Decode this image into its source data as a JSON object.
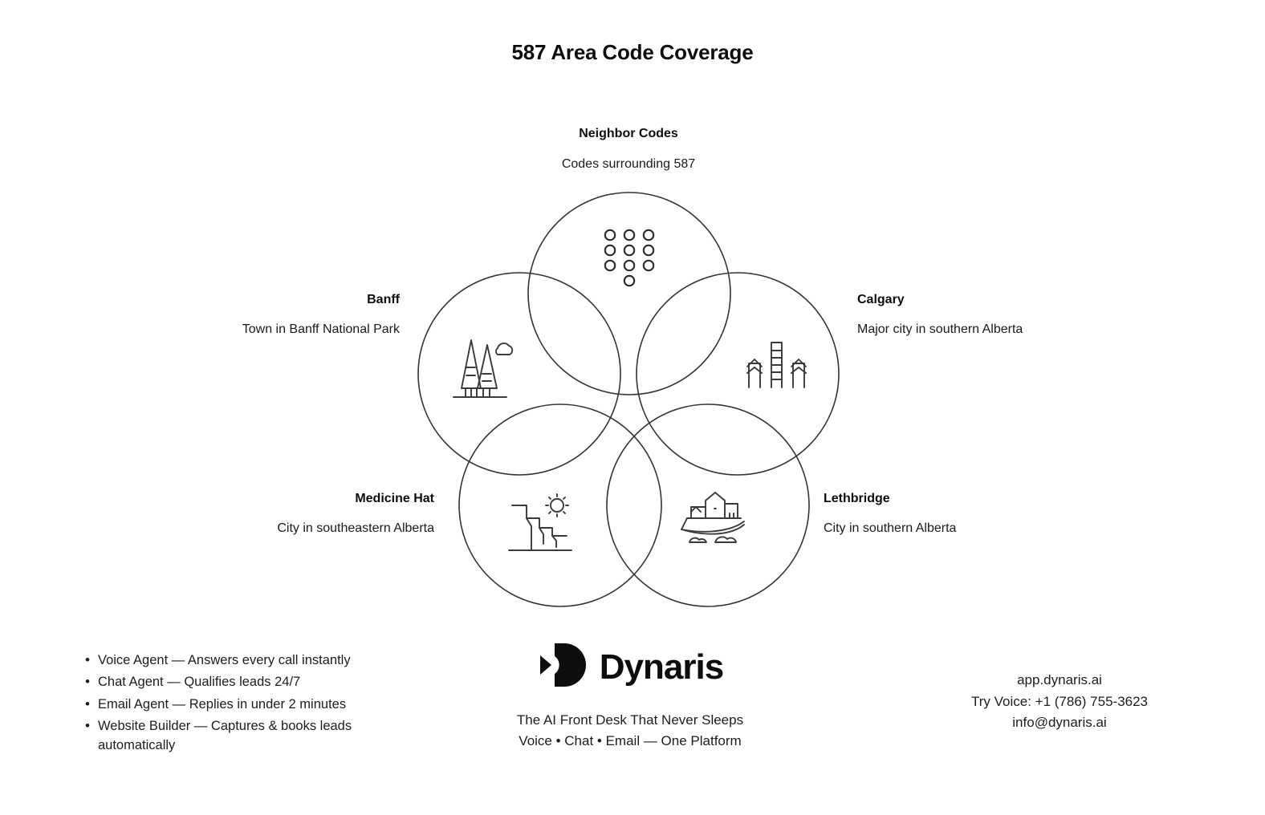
{
  "title": "587 Area Code Coverage",
  "diagram": {
    "type": "venn-flower",
    "stroke_color": "#333333",
    "nodes": [
      {
        "id": "neighbor-codes",
        "title": "Neighbor Codes",
        "desc": "Codes surrounding 587",
        "icon": "dialpad-icon",
        "position": "top"
      },
      {
        "id": "banff",
        "title": "Banff",
        "desc": "Town in Banff National Park",
        "icon": "pine-trees-cloud-icon",
        "position": "left"
      },
      {
        "id": "calgary",
        "title": "Calgary",
        "desc": "Major city in southern Alberta",
        "icon": "tower-buildings-icon",
        "position": "right"
      },
      {
        "id": "medicine-hat",
        "title": "Medicine Hat",
        "desc": "City in southeastern Alberta",
        "icon": "badlands-sun-icon",
        "position": "bottom-left"
      },
      {
        "id": "lethbridge",
        "title": "Lethbridge",
        "desc": "City in southern Alberta",
        "icon": "bridge-town-icon",
        "position": "bottom-right"
      }
    ]
  },
  "features": [
    "Voice Agent — Answers every call instantly",
    "Chat Agent — Qualifies leads 24/7",
    "Email Agent — Replies in under 2 minutes",
    " Website Builder — Captures & books leads automatically"
  ],
  "brand": {
    "name": "Dynaris",
    "logo_icon": "dynaris-d-mark",
    "tagline_1": "The AI Front Desk That Never Sleeps",
    "tagline_2": "Voice • Chat • Email — One Platform"
  },
  "contact": {
    "site": "app.dynaris.ai",
    "phone": "Try Voice: +1 (786) 755-3623",
    "email": "info@dynaris.ai"
  }
}
